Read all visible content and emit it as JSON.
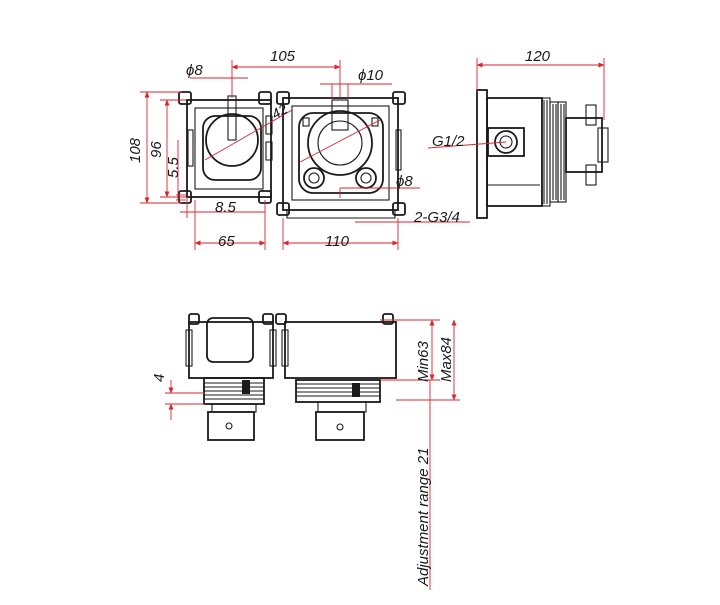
{
  "dimensions": {
    "top_width": "105",
    "hole_left": "ϕ8",
    "hole_center": "ϕ10",
    "hole_right": "ϕ8",
    "radius": "42",
    "height_total": "108",
    "height_inner": "96",
    "offset_small": "5.5",
    "offset_bottom": "8.5",
    "width_left": "65",
    "width_right": "110",
    "side_width": "120",
    "thread_inlet": "G1/2",
    "thread_outlet": "2-G3/4",
    "depth_step": "4",
    "min_depth": "Min63",
    "max_depth": "Max84",
    "adjustment": "Adjustment range 21"
  },
  "colors": {
    "outline": "#1a1a1a",
    "dimension": "#d8262c"
  }
}
